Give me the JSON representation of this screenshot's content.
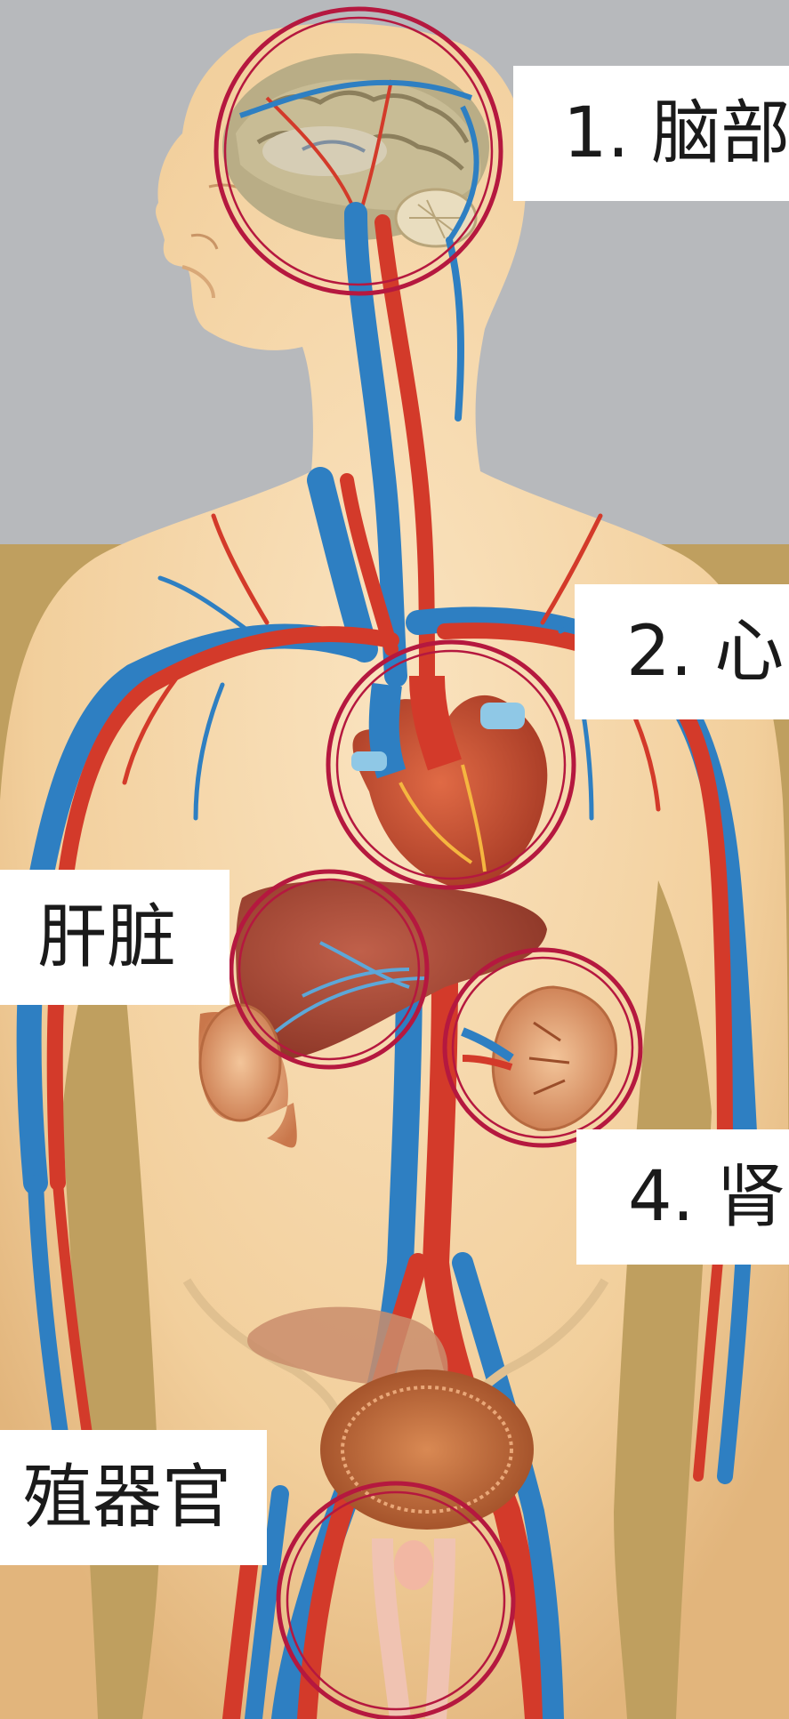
{
  "labels": {
    "brain": "1. 脑部",
    "heart": "2. 心",
    "liver": "肝脏",
    "kidney": "4. 肾",
    "reproductive": "殖器官"
  },
  "colors": {
    "background_top": "#b7b9bc",
    "background_bottom": "#bf9f5f",
    "skin": "#f3d3a6",
    "artery_red": "#d33a2a",
    "vein_blue": "#2e7fc2",
    "circle_crimson": "#b5183f",
    "label_box": "#ffffff",
    "label_text": "#1a1a1a"
  },
  "icons": {
    "brain": "brain-icon",
    "heart": "heart-icon",
    "liver": "liver-icon",
    "kidney": "kidney-icon",
    "reproductive": "reproductive-organ-icon"
  }
}
